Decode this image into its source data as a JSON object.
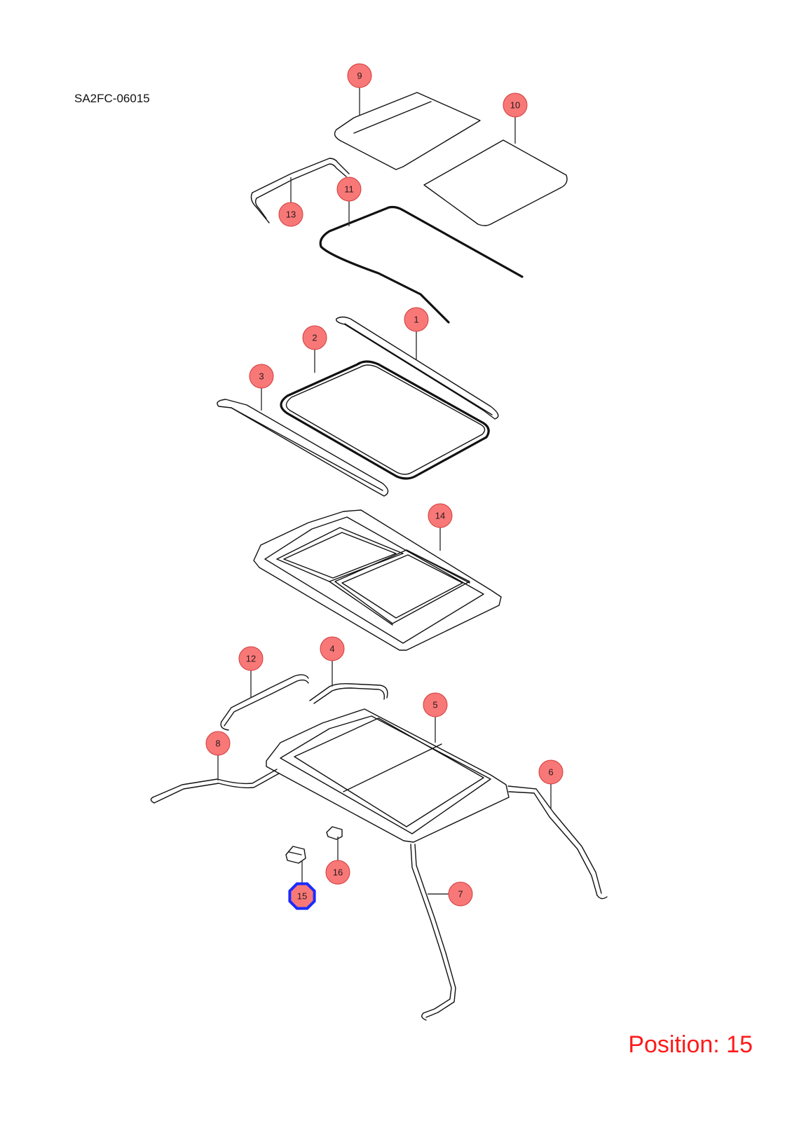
{
  "document_code": "SA2FC-06015",
  "position_label": "Position: 15",
  "selected_callout": "15",
  "colors": {
    "callout_fill": "#f87878",
    "callout_stroke": "#d23a3a",
    "selected_stroke": "#1a2cff",
    "position_text": "#ff1a1a"
  },
  "callouts": [
    {
      "id": "9",
      "label": "9"
    },
    {
      "id": "10",
      "label": "10"
    },
    {
      "id": "11",
      "label": "11"
    },
    {
      "id": "13",
      "label": "13"
    },
    {
      "id": "1",
      "label": "1"
    },
    {
      "id": "2",
      "label": "2"
    },
    {
      "id": "3",
      "label": "3"
    },
    {
      "id": "14",
      "label": "14"
    },
    {
      "id": "12",
      "label": "12"
    },
    {
      "id": "4",
      "label": "4"
    },
    {
      "id": "5",
      "label": "5"
    },
    {
      "id": "8",
      "label": "8"
    },
    {
      "id": "6",
      "label": "6"
    },
    {
      "id": "16",
      "label": "16"
    },
    {
      "id": "7",
      "label": "7"
    },
    {
      "id": "15",
      "label": "15"
    }
  ]
}
